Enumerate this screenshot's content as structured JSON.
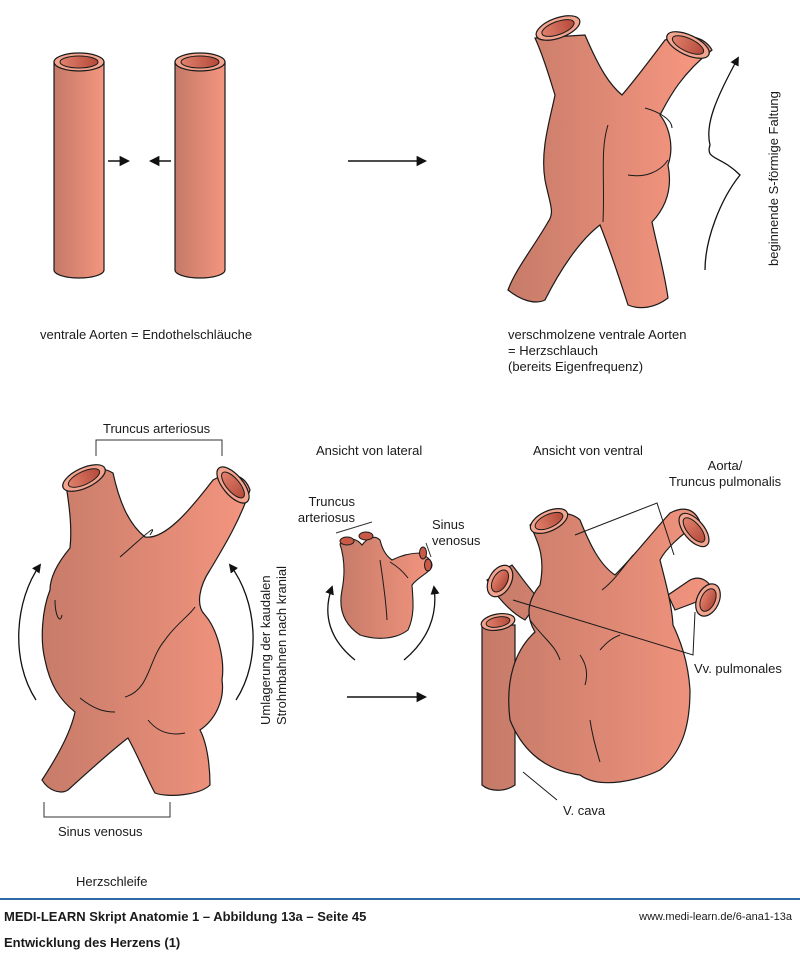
{
  "colors": {
    "tissue_dark": "#c47a68",
    "tissue_light": "#f4957f",
    "lumen": "#c95a48",
    "rim": "#f3a48f",
    "outline": "#1a1a1a",
    "footer_rule": "#2f6aa8"
  },
  "panels": {
    "aortae": {
      "caption": "ventrale Aorten = Endothelschläuche"
    },
    "heart_tube": {
      "caption_lines": [
        "verschmolzene ventrale Aorten",
        "= Herzschlauch",
        "(bereits Eigenfrequenz)"
      ],
      "side_label": "beginnende S-förmige Faltung"
    },
    "heart_loop": {
      "top_bracket_label": "Truncus arteriosus",
      "bottom_bracket_label": "Sinus venosus",
      "caption": "Herzschleife",
      "side_label_lines": [
        "Umlagerung der kaudalen",
        "Strohmbahnen nach kranial"
      ]
    },
    "lateral_view": {
      "title": "Ansicht von lateral",
      "truncus_label_lines": [
        "Truncus",
        "arteriosus"
      ],
      "sinus_label_lines": [
        "Sinus",
        "venosus"
      ]
    },
    "ventral_view": {
      "title": "Ansicht von ventral",
      "aorta_label_lines": [
        "Aorta/",
        "Truncus pulmonalis"
      ],
      "vv_label": "Vv. pulmonales",
      "vcava_label": "V. cava"
    }
  },
  "footer": {
    "title": "MEDI-LEARN Skript Anatomie 1 – Abbildung 13a – Seite 45",
    "subtitle": "Entwicklung des Herzens (1)",
    "url": "www.medi-learn.de/6-ana1-13a"
  }
}
